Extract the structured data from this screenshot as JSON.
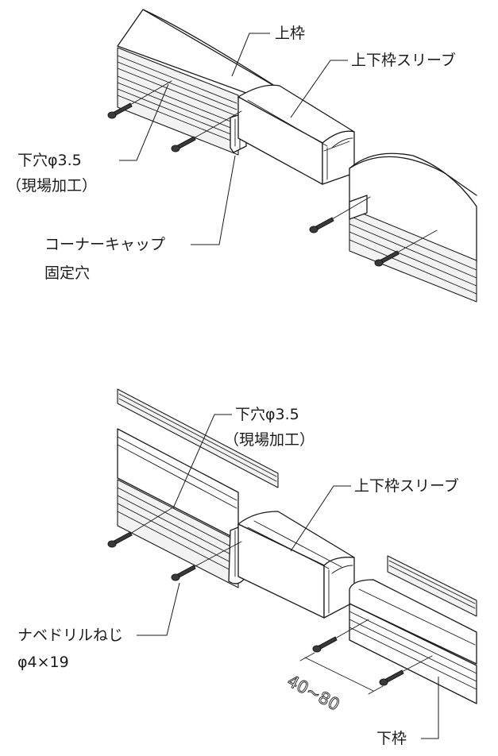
{
  "top": {
    "labels": {
      "upper_frame": "上枠",
      "sleeve": "上下枠スリーブ",
      "pilot_hole": "下穴φ3.5",
      "onsite": "（現場加工）",
      "cap_hole_1": "コーナーキャップ",
      "cap_hole_2": "固定穴"
    }
  },
  "bottom": {
    "labels": {
      "pilot_hole": "下穴φ3.5",
      "onsite": "（現場加工）",
      "sleeve": "上下枠スリーブ",
      "screw_1": "ナベドリルねじ",
      "screw_2": "φ4×19",
      "dimension": "40~80",
      "lower_frame": "下枠"
    }
  }
}
